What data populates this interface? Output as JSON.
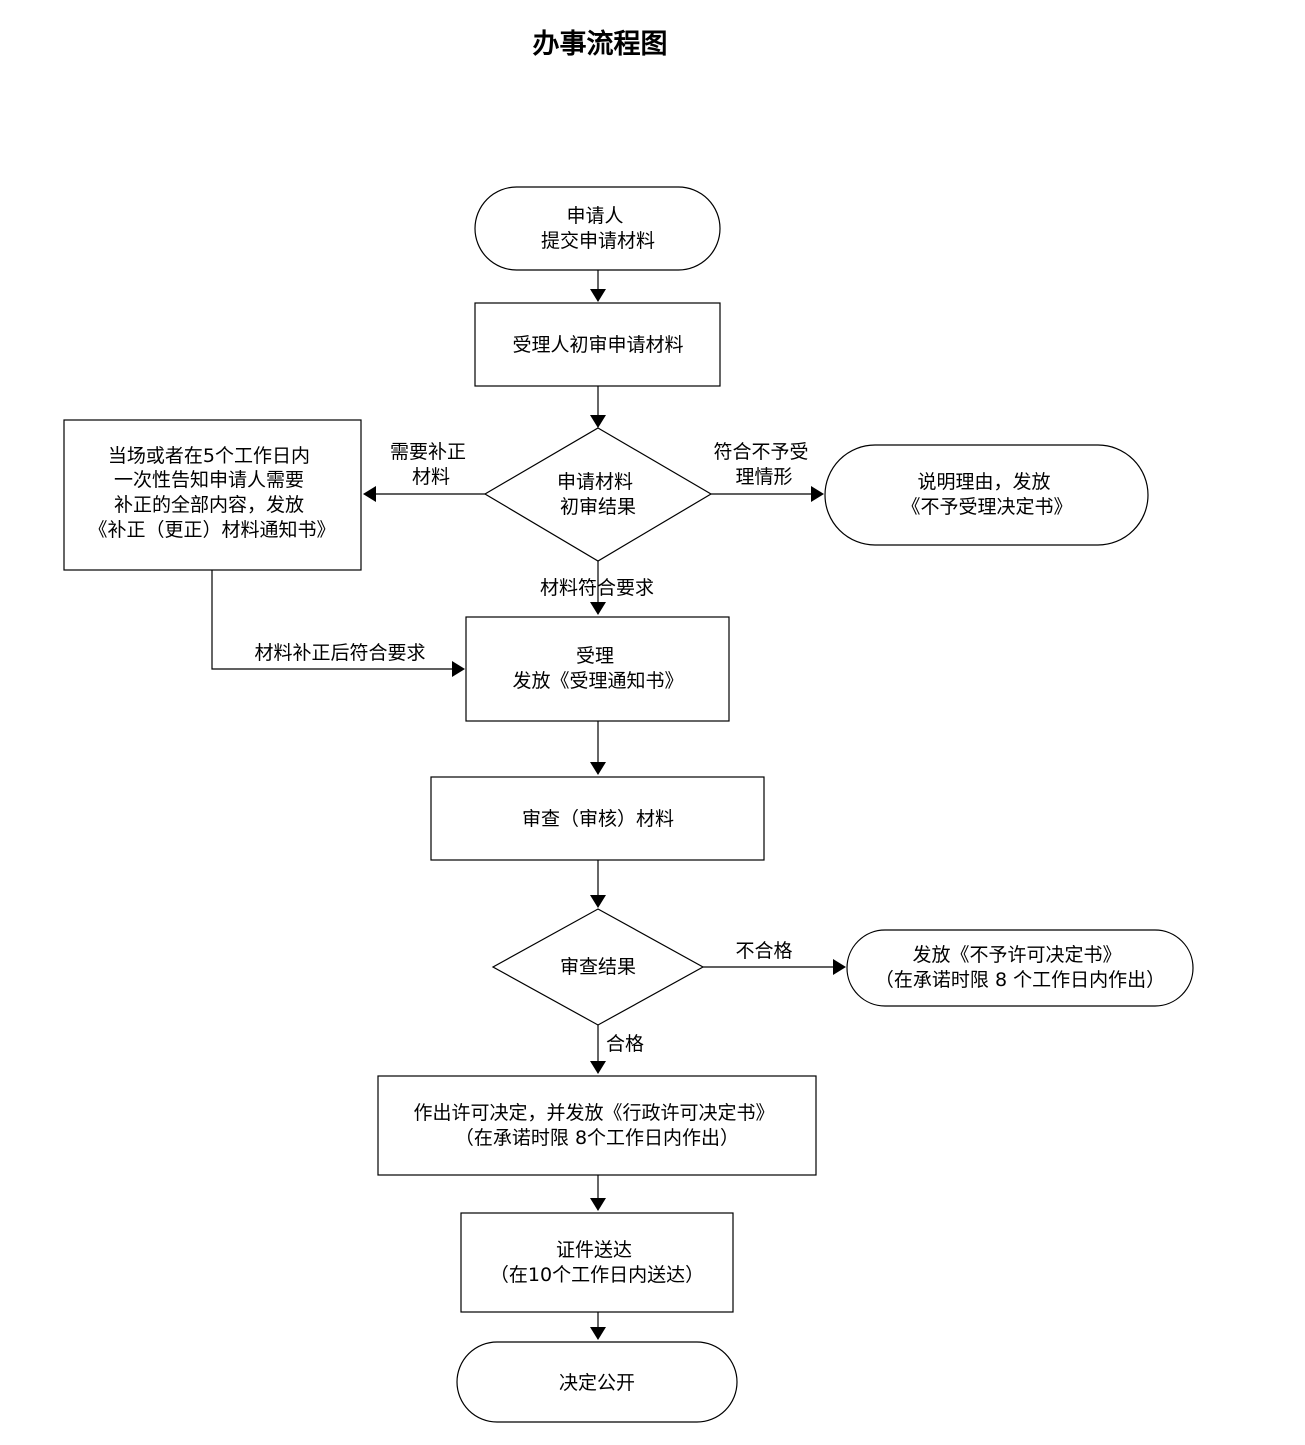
{
  "title": "办事流程图",
  "nodes": {
    "start": {
      "lines": [
        "申请人",
        "提交申请材料"
      ]
    },
    "review1": {
      "lines": [
        "受理人初审申请材料"
      ]
    },
    "decision1": {
      "lines": [
        "申请材料",
        "初审结果"
      ]
    },
    "correction": {
      "lines": [
        "当场或者在5个工作日内",
        "一次性告知申请人需要",
        "补正的全部内容，发放",
        "《补正（更正）材料通知书》"
      ]
    },
    "reject1": {
      "lines": [
        "说明理由，发放",
        "《不予受理决定书》"
      ]
    },
    "accept": {
      "lines": [
        "受理",
        "发放《受理通知书》"
      ]
    },
    "examine": {
      "lines": [
        "审查（审核）材料"
      ]
    },
    "decision2": {
      "lines": [
        "审查结果"
      ]
    },
    "reject2": {
      "lines": [
        "发放《不予许可决定书》",
        "（在承诺时限 8 个工作日内作出）"
      ]
    },
    "permit": {
      "lines": [
        "作出许可决定，并发放《行政许可决定书》",
        "（在承诺时限  8个工作日内作出）"
      ]
    },
    "deliver": {
      "lines": [
        "证件送达",
        "（在10个工作日内送达）"
      ]
    },
    "end": {
      "lines": [
        "决定公开"
      ]
    }
  },
  "edge_labels": {
    "need_correction": [
      "需要补正",
      "材料"
    ],
    "meets_rejection": [
      "符合不予受",
      "理情形"
    ],
    "meets_requirements": [
      "材料符合要求"
    ],
    "corrected_ok": [
      "材料补正后符合要求"
    ],
    "fail": [
      "不合格"
    ],
    "pass": [
      "合格"
    ]
  }
}
